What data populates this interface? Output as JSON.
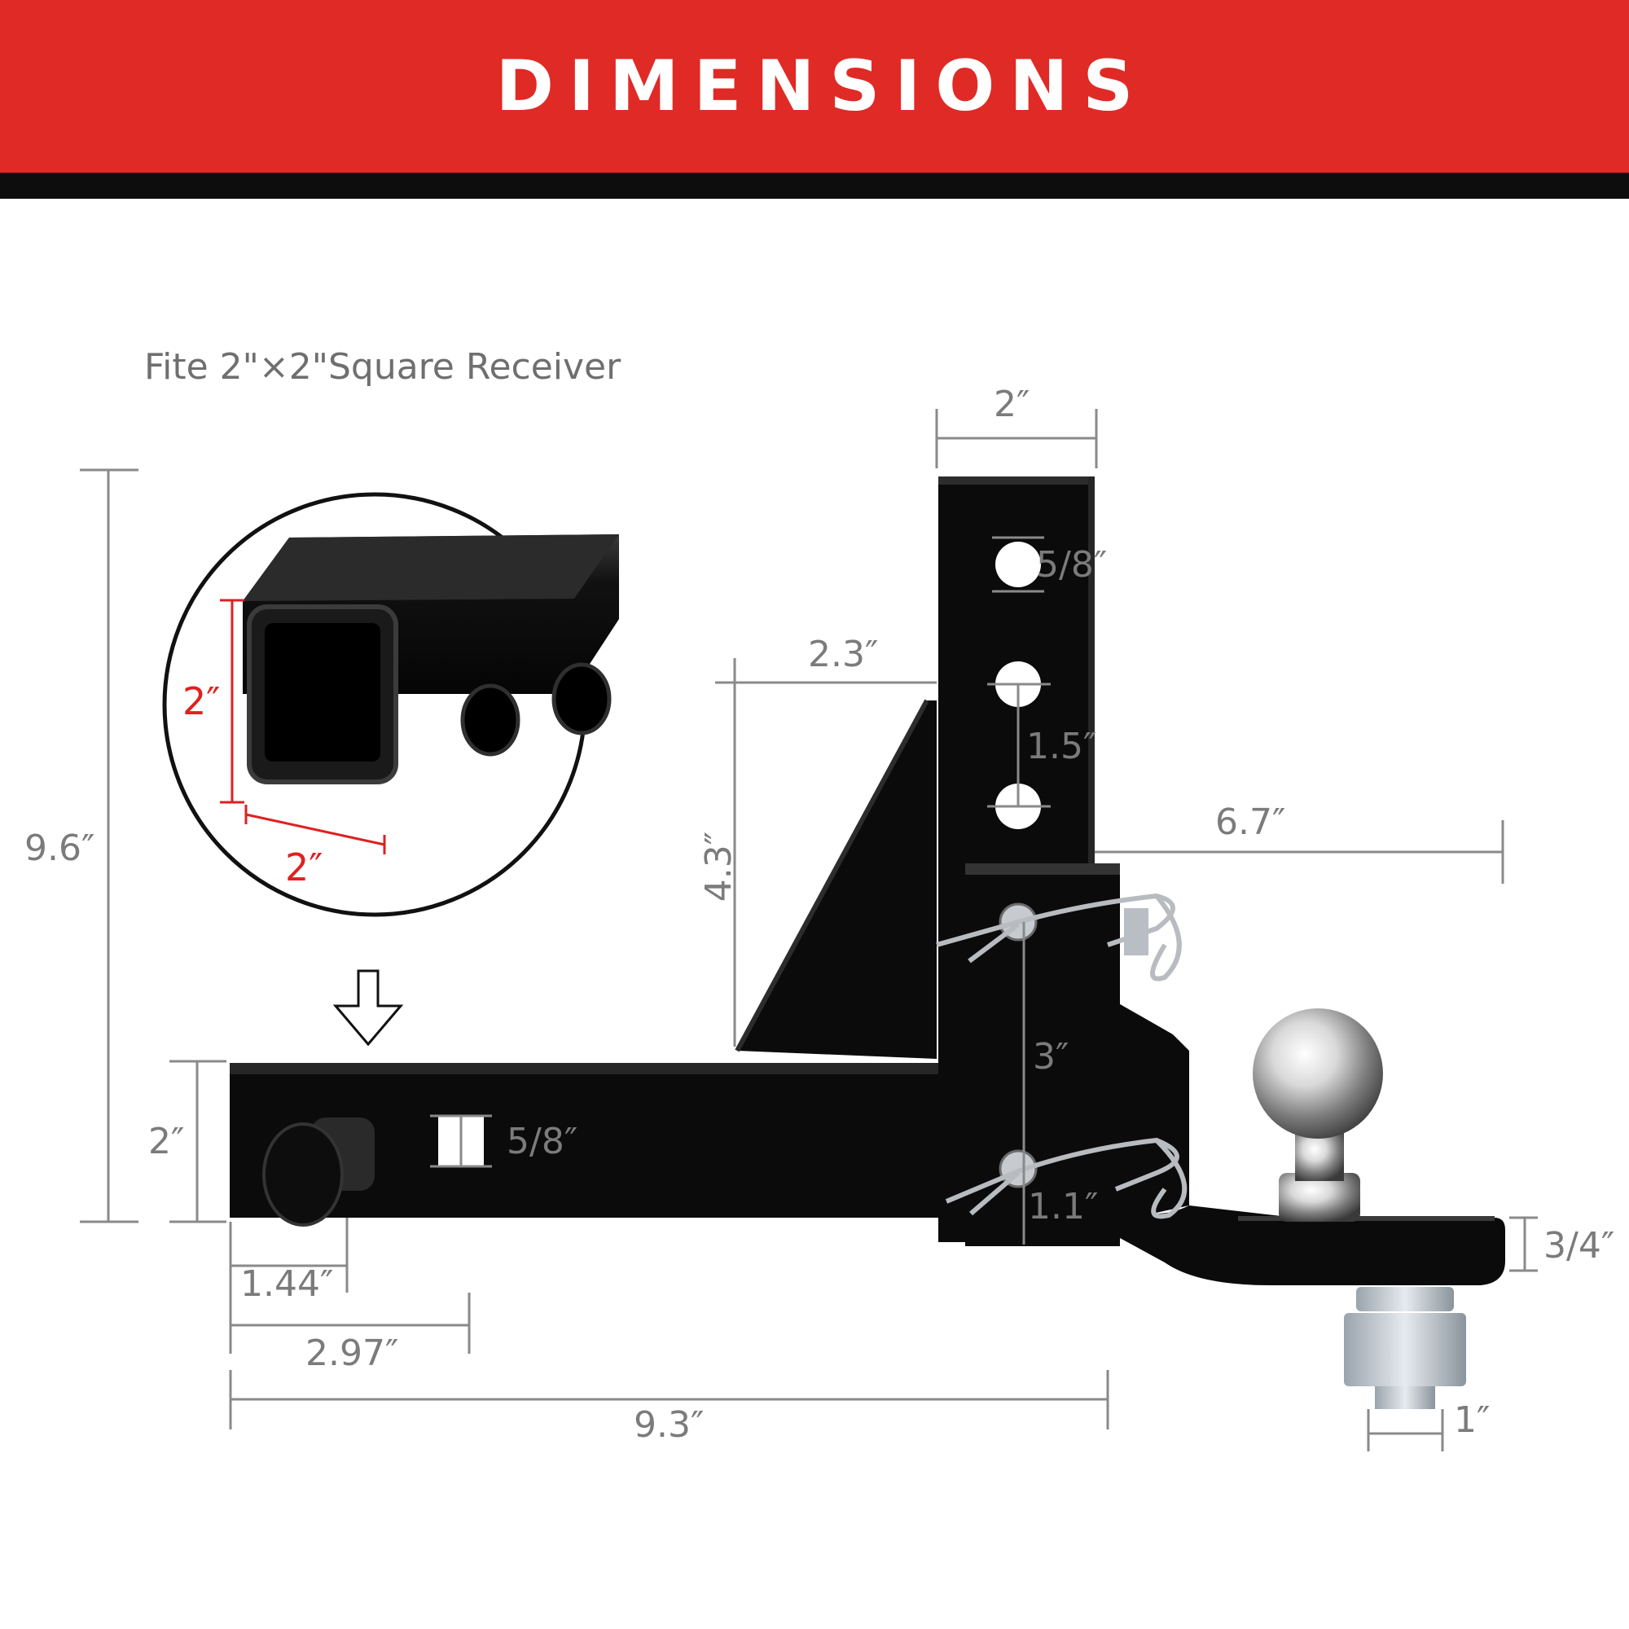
{
  "banner": {
    "title": "DIMENSIONS",
    "bg_color": "#e02a26",
    "bar_color": "#0d0d0d"
  },
  "subtitle": "Fite 2\"×2\"Square Receiver",
  "inset": {
    "height_label": "2″",
    "width_label": "2″",
    "dimension_color": "#e02020"
  },
  "dimensions": {
    "overall_height": "9.6″",
    "shank_height": "2″",
    "shank_pin_offset": "1.44″",
    "shank_hole_offset": "2.97″",
    "overall_length": "9.3″",
    "shank_hole_diameter": "5/8″",
    "rise": "4.3″",
    "gusset_width": "2.3″",
    "column_width": "2″",
    "column_hole_diameter": "5/8″",
    "column_hole_spacing": "1.5″",
    "ball_reach": "6.7″",
    "mount_hole_spacing": "3″",
    "mount_hole_diameter": "1.1″",
    "platform_thickness": "3/4″",
    "shank_diameter": "1″"
  },
  "colors": {
    "steel": "#0b0b0b",
    "dimension_line": "#8a8a8a",
    "chrome": "#c9c9c9"
  }
}
